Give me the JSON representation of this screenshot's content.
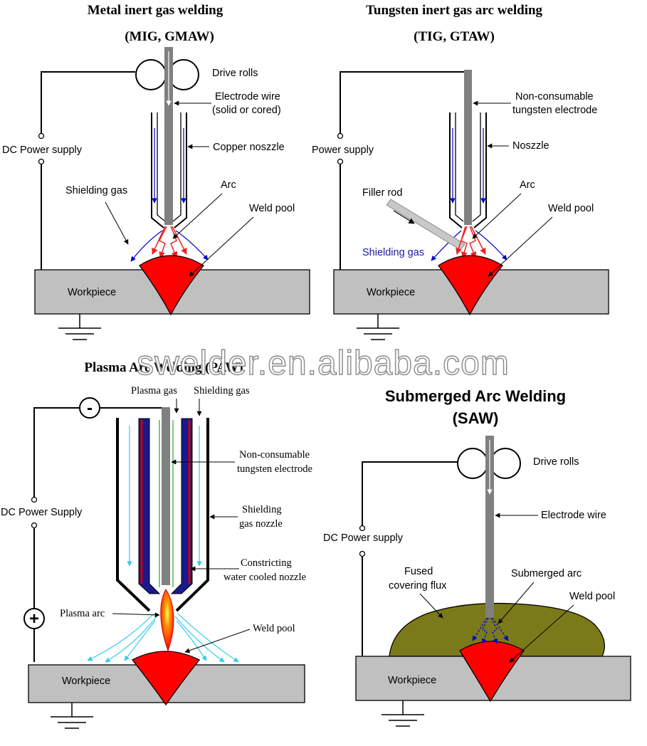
{
  "colors": {
    "workpiece": "#c0c0c0",
    "electrode": "#808080",
    "weld_pool": "#ff0000",
    "shielding_arrow": "#0000cc",
    "arc_arrow": "#ee2222",
    "plasma_flow": "#33ccee",
    "plasma_inner": "#1a1a8c",
    "flux": "#7a7a1a"
  },
  "watermark": "swelder.en.alibaba.com",
  "mig": {
    "title_line1": "Metal inert gas welding",
    "title_line2": "(MIG, GMAW)",
    "drive_rolls": "Drive rolls",
    "electrode_line1": "Electrode wire",
    "electrode_line2": "(solid or cored)",
    "nozzle": "Copper noszzle",
    "power": "DC Power supply",
    "shielding": "Shielding gas",
    "arc": "Arc",
    "weld_pool": "Weld pool",
    "workpiece": "Workpiece"
  },
  "tig": {
    "title_line1": "Tungsten inert gas arc welding",
    "title_line2": "(TIG, GTAW)",
    "electrode_line1": "Non-consumable",
    "electrode_line2": "tungsten electrode",
    "nozzle": "Noszzle",
    "power": "Power supply",
    "filler": "Filler rod",
    "arc": "Arc",
    "weld_pool": "Weld pool",
    "shielding": "Shielding gas",
    "workpiece": "Workpiece"
  },
  "paw": {
    "title": "Plasma Arc Welding (PAW)",
    "plasma_gas": "Plasma gas",
    "shielding_gas": "Shielding gas",
    "minus": "-",
    "plus": "+",
    "electrode_line1": "Non-consumable",
    "electrode_line2": "tungsten electrode",
    "power": "DC Power Supply",
    "nozzle_line1": "Shielding",
    "nozzle_line2": "gas nozzle",
    "constrict_line1": "Constricting",
    "constrict_line2": "water cooled nozzle",
    "plasma_arc": "Plasma arc",
    "weld_pool": "Weld pool",
    "workpiece": "Workpiece"
  },
  "saw": {
    "title_line1": "Submerged Arc Welding",
    "title_line2": "(SAW)",
    "drive_rolls": "Drive rolls",
    "electrode": "Electrode wire",
    "power": "DC Power supply",
    "flux_line1": "Fused",
    "flux_line2": "covering flux",
    "submerged_arc": "Submerged arc",
    "weld_pool": "Weld pool",
    "workpiece": "Workpiece"
  }
}
